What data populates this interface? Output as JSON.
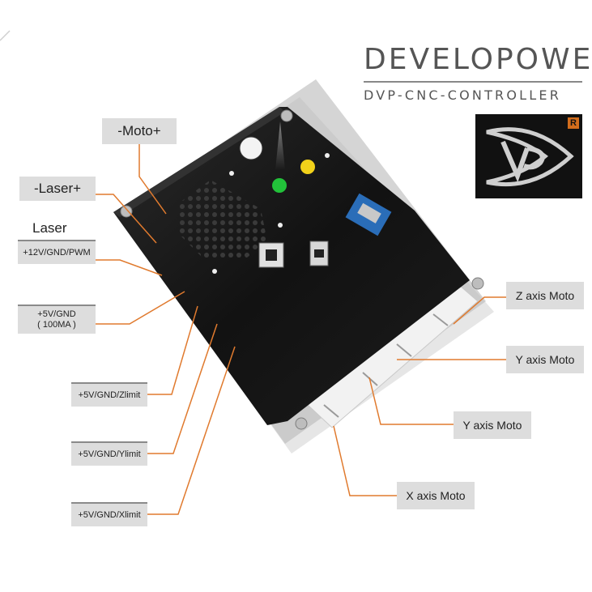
{
  "brand": {
    "title": "DEVELOPOWER",
    "subtitle": "DVP-CNC-CONTROLLER",
    "logo_badge": "R",
    "accent_color": "#d26d1c"
  },
  "labels": {
    "moto": "-Moto+",
    "laser_pm": "-Laser+",
    "laser": "Laser",
    "pwm": "+12V/GND/PWM",
    "five_v": "+5V/GND\n( 100MA )",
    "zlimit": "+5V/GND/Zlimit",
    "ylimit": "+5V/GND/Ylimit",
    "xlimit": "+5V/GND/Xlimit",
    "z_axis": "Z axis Moto",
    "y_axis_1": "Y axis Moto",
    "y_axis_2": "Y axis Moto",
    "x_axis": "X axis Moto"
  },
  "leader_color": "#e07a2e",
  "board": {
    "led_green": "#22c23a",
    "led_yellow": "#f2d21a",
    "plate_color": "#161616"
  }
}
